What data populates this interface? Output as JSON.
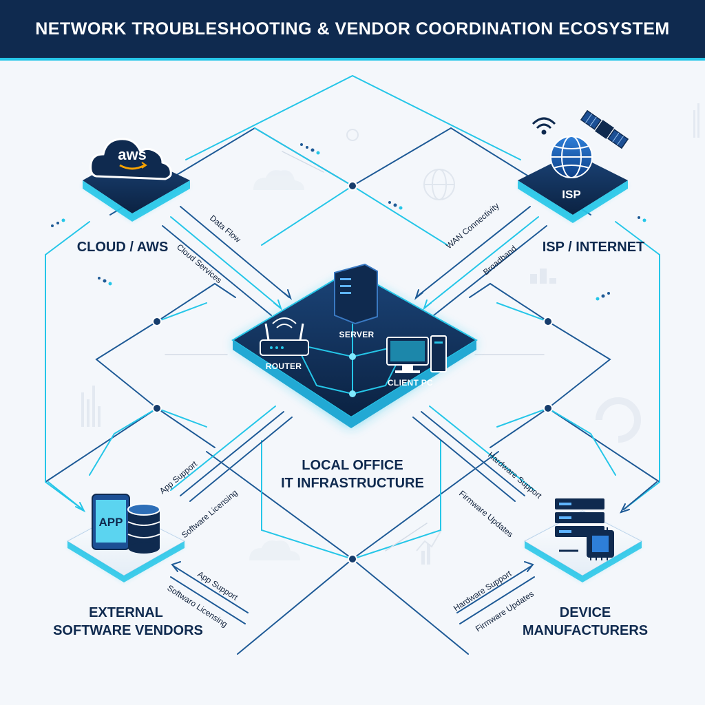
{
  "header": {
    "title": "NETWORK TROUBLESHOOTING & VENDOR COORDINATION ECOSYSTEM"
  },
  "center": {
    "title_line1": "LOCAL OFFICE",
    "title_line2": "IT INFRASTRUCTURE",
    "labels": {
      "server": "SERVER",
      "router": "ROUTER",
      "client_pc": "CLIENT PC"
    }
  },
  "nodes": {
    "cloud": {
      "badge": "aws",
      "title": "CLOUD / AWS"
    },
    "isp": {
      "badge": "ISP",
      "title": "ISP / INTERNET"
    },
    "software": {
      "badge": "APP",
      "title_line1": "EXTERNAL",
      "title_line2": "SOFTWARE VENDORS"
    },
    "device": {
      "title_line1": "DEVICE",
      "title_line2": "MANUFACTURERS"
    }
  },
  "flows": {
    "data_flow": "Data Flow",
    "cloud_services": "Cloud Services",
    "wan_connectivity": "WAN Connectivity",
    "broadband": "Broadband",
    "app_support_1": "App Support",
    "software_licensing_1": "Software Licensing",
    "app_support_2": "App Support",
    "software_licensing_2": "Softwaro Licensing",
    "hardware_support_1": "Hardware Support",
    "firmware_updates_1": "Firmware Updates",
    "hardware_support_2": "Hardware Support",
    "firmware_updates_2": "Firmware Updates"
  },
  "colors": {
    "navy": "#0f2a4f",
    "cyan": "#25c6e8",
    "line_blue": "#1e5a96",
    "platform_dark": "#0e2748",
    "background": "#f4f7fb"
  },
  "icons": {
    "cloud": "cloud-icon",
    "isp": "globe-icon",
    "satellite": "satellite-icon",
    "server": "server-icon",
    "router": "router-icon",
    "client": "monitor-icon",
    "app": "tablet-icon",
    "database": "database-icon",
    "hardware": "server-rack-icon",
    "chip": "chip-icon"
  }
}
